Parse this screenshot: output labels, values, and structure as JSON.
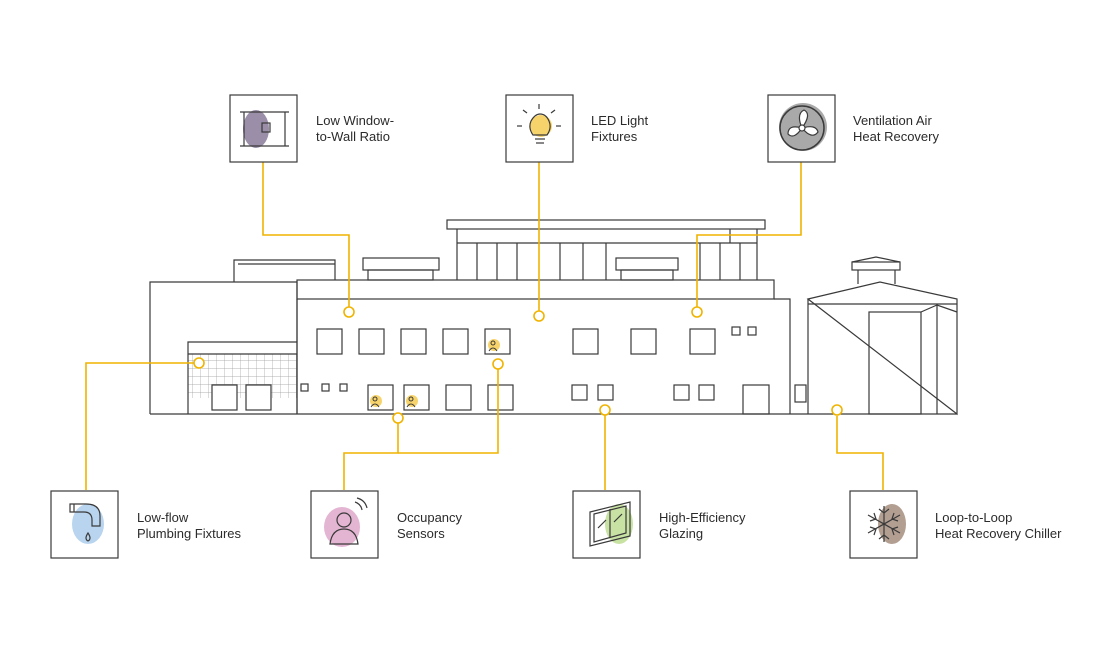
{
  "colors": {
    "line": "#f0b400",
    "outline": "#3a3a3a",
    "purple": "#8a7a9a",
    "yellow": "#f7d36b",
    "gray": "#9a9a9a",
    "blue": "#b9d4ef",
    "pink": "#e3b5d2",
    "green": "#c8e2a4",
    "brown": "#b39f92"
  },
  "features": {
    "window_ratio": {
      "line1": "Low Window-",
      "line2": "to-Wall Ratio",
      "icon": "window-wall-icon"
    },
    "led": {
      "line1": "LED Light",
      "line2": "Fixtures",
      "icon": "lightbulb-icon"
    },
    "ventilation": {
      "line1": "Ventilation Air",
      "line2": "Heat Recovery",
      "icon": "fan-icon"
    },
    "plumbing": {
      "line1": "Low-flow",
      "line2": "Plumbing Fixtures",
      "icon": "faucet-icon"
    },
    "occupancy": {
      "line1": "Occupancy",
      "line2": "Sensors",
      "icon": "occupancy-sensor-icon"
    },
    "glazing": {
      "line1": "High-Efficiency",
      "line2": "Glazing",
      "icon": "window-glazing-icon"
    },
    "chiller": {
      "line1": "Loop-to-Loop",
      "line2": "Heat Recovery Chiller",
      "icon": "snowflake-chiller-icon"
    }
  }
}
